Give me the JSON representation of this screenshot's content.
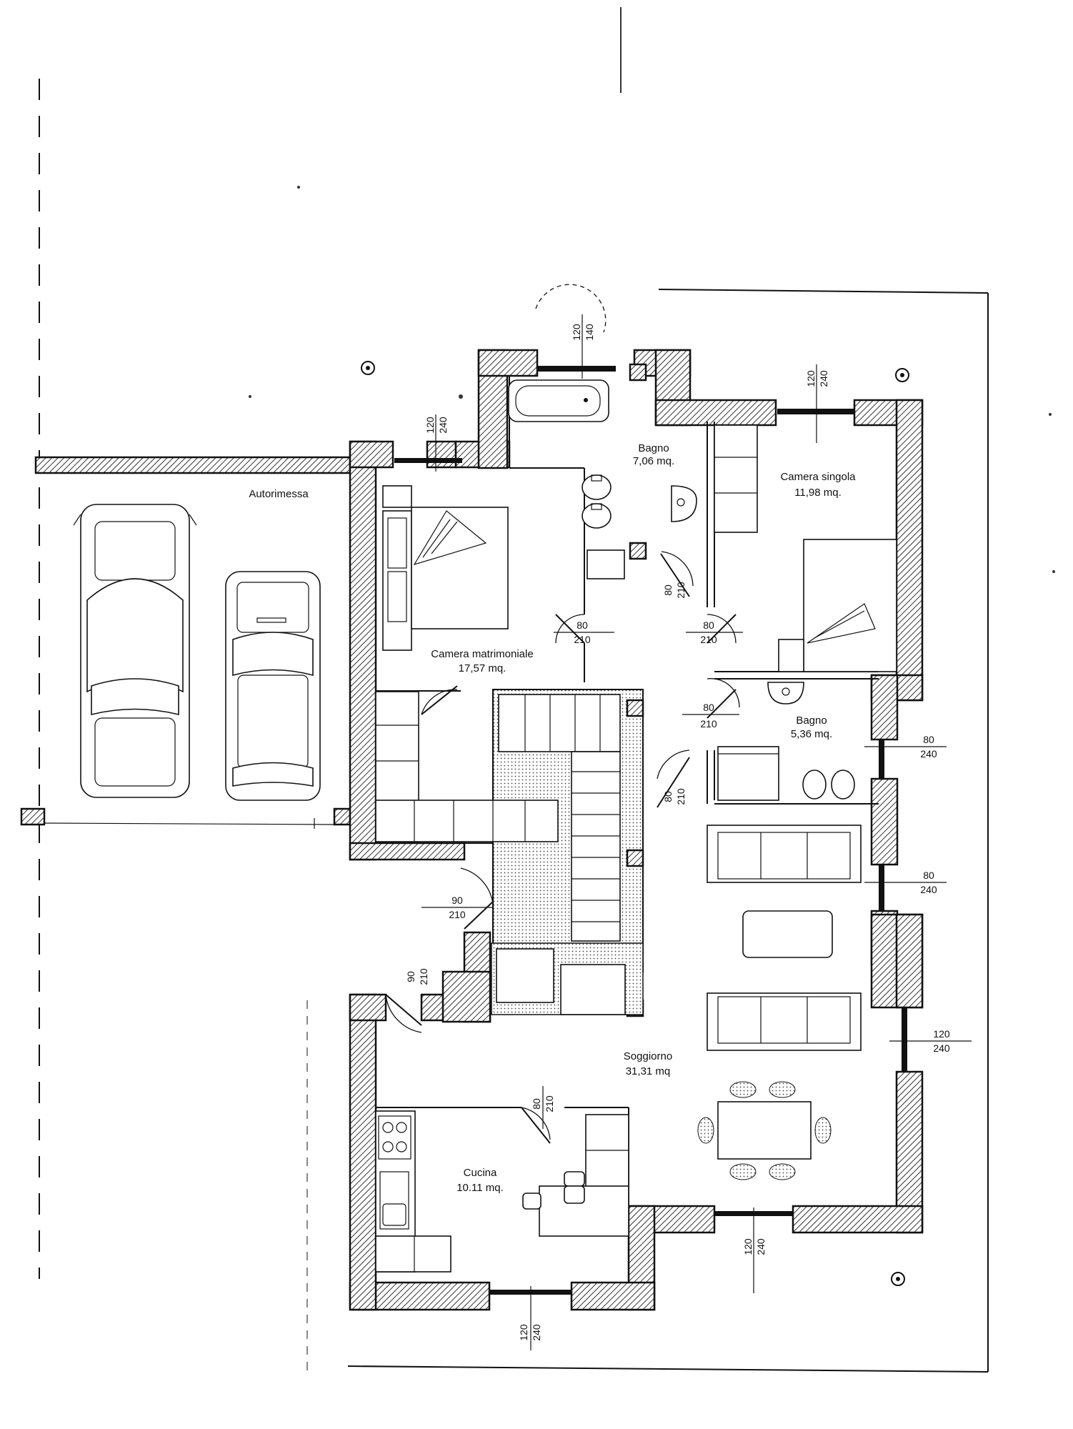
{
  "rooms": {
    "autorimessa": {
      "name": "Autorimessa"
    },
    "bagno1": {
      "name": "Bagno",
      "area": "7,06 mq."
    },
    "camera_singola": {
      "name": "Camera singola",
      "area": "11,98 mq."
    },
    "camera_matrimoniale": {
      "name": "Camera matrimoniale",
      "area": "17,57 mq."
    },
    "bagno2": {
      "name": "Bagno",
      "area": "5,36 mq."
    },
    "soggiorno": {
      "name": "Soggiorno",
      "area": "31,31 mq"
    },
    "cucina": {
      "name": "Cucina",
      "area": "10.11 mq."
    }
  },
  "dimensions": {
    "win_bagno": [
      "120",
      "140"
    ],
    "win_camera_singola": [
      "120",
      "240"
    ],
    "win_matrimoniale": [
      "120",
      "240"
    ],
    "door_bagno1": [
      "80",
      "210"
    ],
    "door_matrimoniale": [
      "80",
      "210"
    ],
    "door_singola": [
      "80",
      "210"
    ],
    "door_bagno2": [
      "80",
      "210"
    ],
    "door_hall": [
      "80",
      "210"
    ],
    "win_bagno2_side": [
      "80",
      "240"
    ],
    "win_soggiorno_side1": [
      "80",
      "240"
    ],
    "win_soggiorno_side2": [
      "120",
      "240"
    ],
    "door_ingresso": [
      "90",
      "210"
    ],
    "door_ingresso2": [
      "90",
      "210"
    ],
    "door_cucina": [
      "80",
      "210"
    ],
    "win_soggiorno_bottom": [
      "120",
      "240"
    ],
    "win_cucina": [
      "120",
      "240"
    ]
  }
}
